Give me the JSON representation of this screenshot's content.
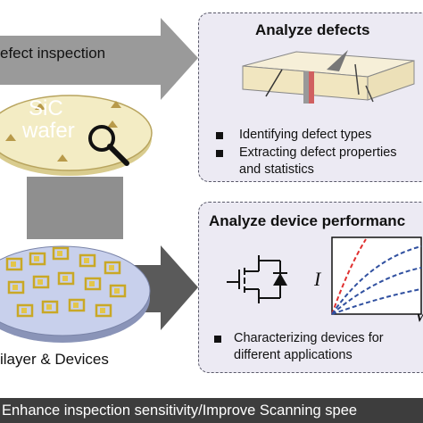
{
  "flow": {
    "top_arrow_label": "efect inspection",
    "bottom_arrow_label": "ilayer & Devices",
    "wafer_text_line1": "SiC",
    "wafer_text_line2": "wafer"
  },
  "panel_defects": {
    "title": "Analyze defects",
    "bullets": [
      {
        "line1": "Identifying defect types",
        "line2": ""
      },
      {
        "line1": "Extracting defect properties",
        "line2": "and statistics"
      }
    ]
  },
  "panel_devices": {
    "title": "Analyze device performanc",
    "axis_y_label": "I",
    "axis_x_label": "V",
    "bullets": [
      {
        "line1": "Characterizing devices for",
        "line2": "different applications"
      }
    ]
  },
  "footer": {
    "text": "Enhance inspection sensitivity/Improve Scanning spee"
  },
  "colors": {
    "arrow_gray": "#9a9a9a",
    "wafer_fill": "#f3ecc4",
    "panel_fill": "#eceaf3",
    "bar_dark": "#3d3d3d",
    "curve_red": "#e03030",
    "curve_blue": "#3050a0"
  }
}
